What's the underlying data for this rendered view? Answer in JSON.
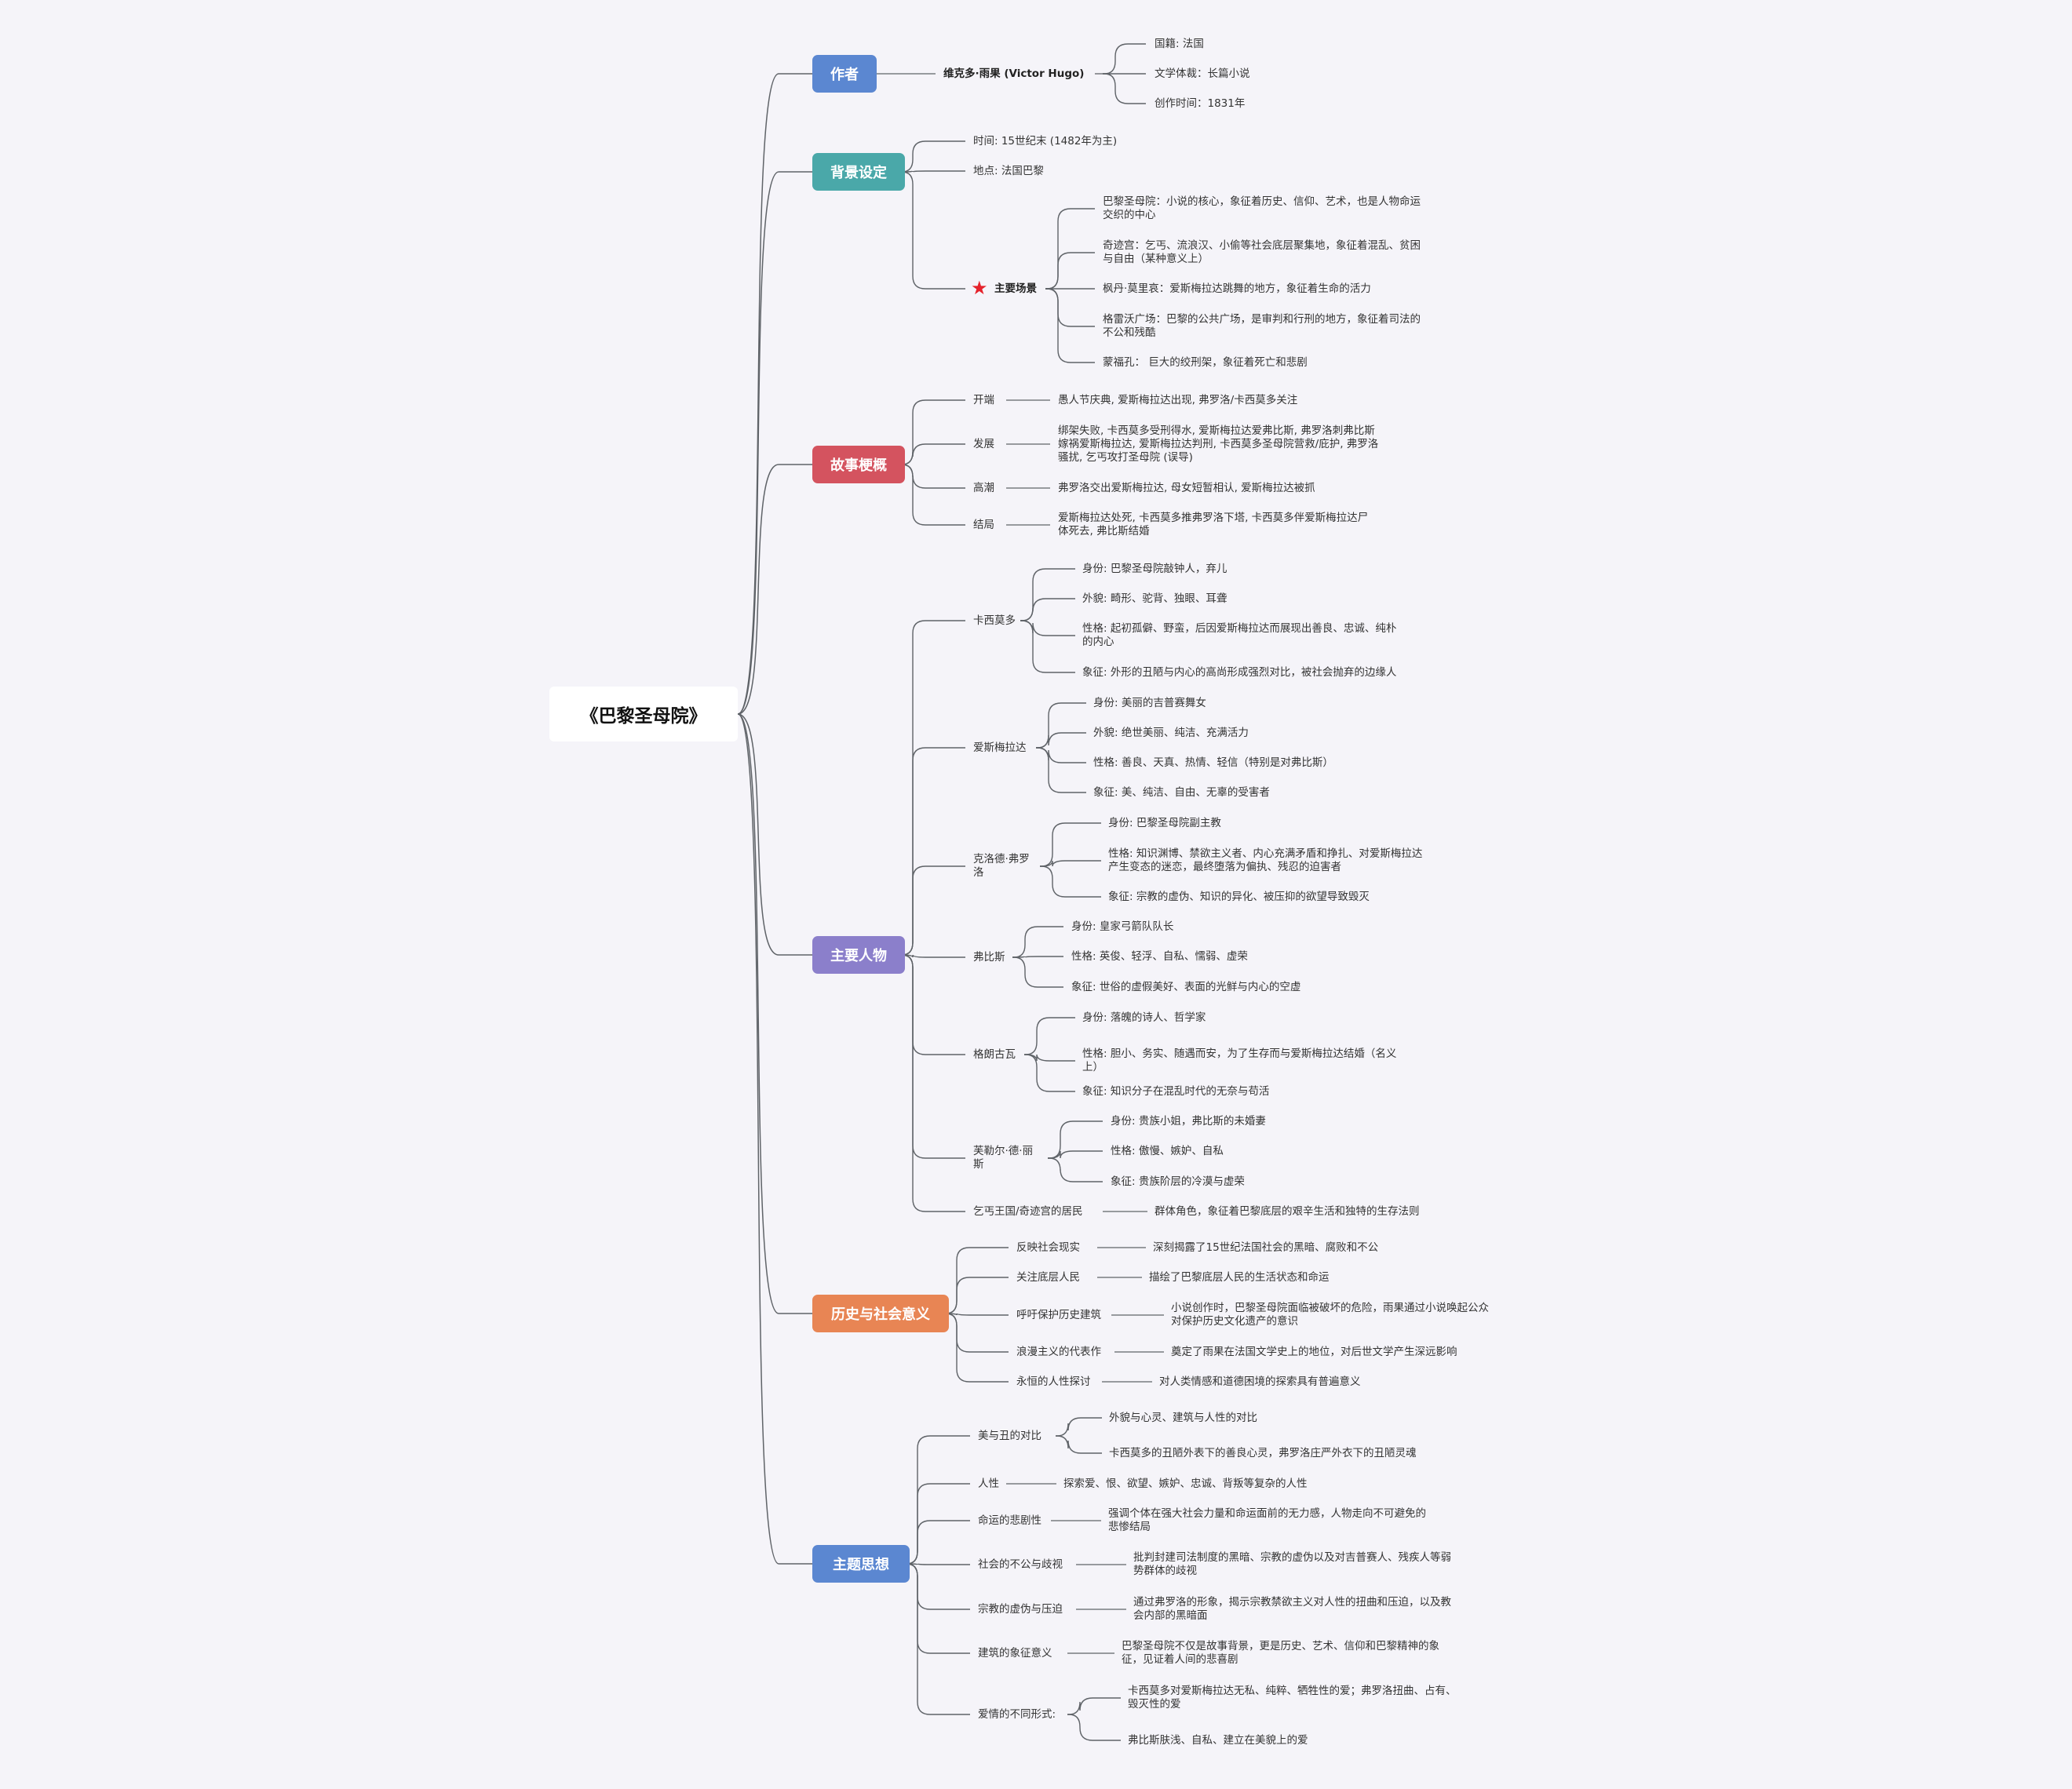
{
  "root": "《巴黎圣母院》",
  "colors": {
    "author": "#5b87d1",
    "setting": "#4aa8a9",
    "plot": "#d4535f",
    "characters": "#8b7fcb",
    "significance": "#e88554",
    "themes": "#5b87d1",
    "star": "#e5222b",
    "line": "#5f6368"
  },
  "author": {
    "label": "作者",
    "name": "维克多·雨果 (Victor Hugo)",
    "nationality": "国籍: 法国",
    "genre": "文学体裁：长篇小说",
    "year": "创作时间：1831年"
  },
  "setting": {
    "label": "背景设定",
    "time": "时间: 15世纪末 (1482年为主)",
    "place": "地点: 法国巴黎",
    "scenes_label": "主要场景",
    "star_icon": "star-icon",
    "scenes": [
      [
        "巴黎圣母院：小说的核心，象征着历史、信仰、艺术，也是人物命运",
        "交织的中心"
      ],
      [
        "奇迹宫：乞丐、流浪汉、小偷等社会底层聚集地，象征着混乱、贫困",
        "与自由（某种意义上）"
      ],
      [
        "枫丹·莫里哀：爱斯梅拉达跳舞的地方，象征着生命的活力"
      ],
      [
        "格雷沃广场：巴黎的公共广场，是审判和行刑的地方，象征着司法的",
        "不公和残酷"
      ],
      [
        "蒙福孔： 巨大的绞刑架，象征着死亡和悲剧"
      ]
    ]
  },
  "plot": {
    "label": "故事梗概",
    "items": [
      {
        "k": "开端",
        "v": [
          "愚人节庆典, 爱斯梅拉达出现, 弗罗洛/卡西莫多关注"
        ]
      },
      {
        "k": "发展",
        "v": [
          " 绑架失败, 卡西莫多受刑得水, 爱斯梅拉达爱弗比斯, 弗罗洛刺弗比斯",
          "嫁祸爱斯梅拉达, 爱斯梅拉达判刑, 卡西莫多圣母院营救/庇护, 弗罗洛",
          "骚扰, 乞丐攻打圣母院 (误导)"
        ]
      },
      {
        "k": "高潮",
        "v": [
          "弗罗洛交出爱斯梅拉达, 母女短暂相认, 爱斯梅拉达被抓"
        ]
      },
      {
        "k": "结局",
        "v": [
          "爱斯梅拉达处死, 卡西莫多推弗罗洛下塔, 卡西莫多伴爱斯梅拉达尸",
          "体死去, 弗比斯结婚"
        ]
      }
    ]
  },
  "characters": {
    "label": "主要人物",
    "quasimodo": {
      "name": "卡西莫多",
      "items": [
        [
          "身份: 巴黎圣母院敲钟人，弃儿"
        ],
        [
          "外貌: 畸形、驼背、独眼、耳聋"
        ],
        [
          "性格: 起初孤僻、野蛮，后因爱斯梅拉达而展现出善良、忠诚、纯朴",
          "的内心"
        ],
        [
          "象征: 外形的丑陋与内心的高尚形成强烈对比，被社会抛弃的边缘人"
        ]
      ]
    },
    "esmeralda": {
      "name": "爱斯梅拉达",
      "items": [
        [
          "身份: 美丽的吉普赛舞女"
        ],
        [
          "外貌: 绝世美丽、纯洁、充满活力"
        ],
        [
          "性格: 善良、天真、热情、轻信（特别是对弗比斯）"
        ],
        [
          "象征: 美、纯洁、自由、无辜的受害者"
        ]
      ]
    },
    "frollo": {
      "name": [
        "克洛德·弗罗",
        "洛"
      ],
      "items": [
        [
          "身份: 巴黎圣母院副主教"
        ],
        [
          "性格: 知识渊博、禁欲主义者、内心充满矛盾和挣扎、对爱斯梅拉达",
          "产生变态的迷恋，最终堕落为偏执、残忍的迫害者"
        ],
        [
          "象征: 宗教的虚伪、知识的异化、被压抑的欲望导致毁灭"
        ]
      ]
    },
    "phoebus": {
      "name": "弗比斯",
      "items": [
        [
          "身份: 皇家弓箭队队长"
        ],
        [
          "性格: 英俊、轻浮、自私、懦弱、虚荣"
        ],
        [
          "象征: 世俗的虚假美好、表面的光鲜与内心的空虚"
        ]
      ]
    },
    "gringoire": {
      "name": "格朗古瓦",
      "items": [
        [
          "身份: 落魄的诗人、哲学家"
        ],
        [
          "性格: 胆小、务实、随遇而安，为了生存而与爱斯梅拉达结婚（名义",
          "上）"
        ],
        [
          "象征: 知识分子在混乱时代的无奈与苟活"
        ]
      ]
    },
    "fleur": {
      "name": [
        "芙勒尔·德·丽",
        "斯"
      ],
      "items": [
        [
          "身份: 贵族小姐，弗比斯的未婚妻"
        ],
        [
          "性格: 傲慢、嫉妒、自私"
        ],
        [
          "象征: 贵族阶层的冷漠与虚荣"
        ]
      ]
    },
    "beggars": {
      "name": "乞丐王国/奇迹宫的居民",
      "desc": "群体角色，象征着巴黎底层的艰辛生活和独特的生存法则"
    }
  },
  "significance": {
    "label": "历史与社会意义",
    "items": [
      {
        "k": "反映社会现实",
        "v": [
          "深刻揭露了15世纪法国社会的黑暗、腐败和不公"
        ]
      },
      {
        "k": "关注底层人民",
        "v": [
          "描绘了巴黎底层人民的生活状态和命运"
        ]
      },
      {
        "k": "呼吁保护历史建筑",
        "v": [
          "小说创作时，巴黎圣母院面临被破坏的危险，雨果通过小说唤起公众",
          "对保护历史文化遗产的意识"
        ]
      },
      {
        "k": "浪漫主义的代表作",
        "v": [
          "奠定了雨果在法国文学史上的地位，对后世文学产生深远影响"
        ]
      },
      {
        "k": "永恒的人性探讨",
        "v": [
          "对人类情感和道德困境的探索具有普遍意义"
        ]
      }
    ]
  },
  "themes": {
    "label": "主题思想",
    "beauty_ugly": {
      "k": "美与丑的对比",
      "v": [
        [
          "外貌与心灵、建筑与人性的对比"
        ],
        [
          "卡西莫多的丑陋外表下的善良心灵，弗罗洛庄严外衣下的丑陋灵魂"
        ]
      ]
    },
    "items": [
      {
        "k": "人性",
        "v": [
          "探索爱、恨、欲望、嫉妒、忠诚、背叛等复杂的人性"
        ]
      },
      {
        "k": "命运的悲剧性",
        "v": [
          "强调个体在强大社会力量和命运面前的无力感，人物走向不可避免的",
          "悲惨结局"
        ]
      },
      {
        "k": "社会的不公与歧视",
        "v": [
          "批判封建司法制度的黑暗、宗教的虚伪以及对吉普赛人、残疾人等弱",
          "势群体的歧视"
        ]
      },
      {
        "k": "宗教的虚伪与压迫",
        "v": [
          "通过弗罗洛的形象，揭示宗教禁欲主义对人性的扭曲和压迫，以及教",
          "会内部的黑暗面"
        ]
      },
      {
        "k": "建筑的象征意义",
        "v": [
          "巴黎圣母院不仅是故事背景，更是历史、艺术、信仰和巴黎精神的象",
          "征，见证着人间的悲喜剧"
        ]
      }
    ],
    "love": {
      "k": "爱情的不同形式:",
      "v": [
        [
          "卡西莫多对爱斯梅拉达无私、纯粹、牺牲性的爱；弗罗洛扭曲、占有、",
          "毁灭性的爱"
        ],
        [
          "弗比斯肤浅、自私、建立在美貌上的爱"
        ]
      ]
    }
  }
}
